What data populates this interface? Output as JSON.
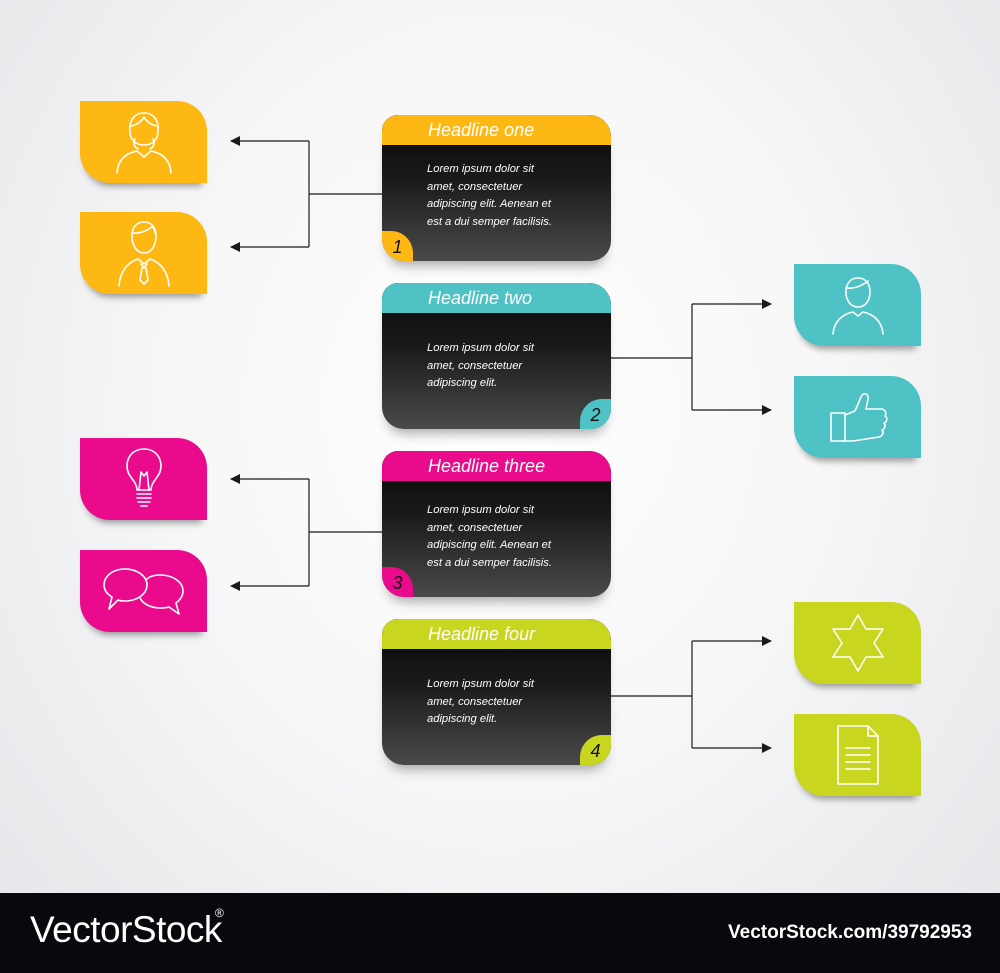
{
  "colors": {
    "orange": "#fdb813",
    "teal": "#4fc2c6",
    "magenta": "#ea0a8c",
    "lime": "#c8d620",
    "card_body": "#1b1b1b",
    "connector": "#1a1a1a"
  },
  "steps": [
    {
      "headline": "Headline one",
      "body": "Lorem ipsum dolor sit amet, consectetuer adipiscing elit. Aenean et est a dui semper facilisis.",
      "lines": [
        "Lorem ipsum dolor sit",
        "amet, consectetuer",
        "adipiscing elit. Aenean et",
        "est a dui semper facilisis."
      ],
      "number": "1",
      "color": "orange",
      "tiles": [
        {
          "icon": "woman-user-icon"
        },
        {
          "icon": "man-with-tie-icon"
        }
      ]
    },
    {
      "headline": "Headline two",
      "body": "Lorem ipsum dolor sit amet, consectetuer adipiscing elit.",
      "lines": [
        "Lorem ipsum dolor sit",
        "amet, consectetuer",
        "adipiscing elit."
      ],
      "number": "2",
      "color": "teal",
      "tiles": [
        {
          "icon": "user-icon"
        },
        {
          "icon": "thumbs-up-icon"
        }
      ]
    },
    {
      "headline": "Headline three",
      "body": "Lorem ipsum dolor sit amet, consectetuer adipiscing elit. Aenean et est a dui semper facilisis.",
      "lines": [
        "Lorem ipsum dolor sit",
        "amet, consectetuer",
        "adipiscing elit. Aenean et",
        "est a dui semper facilisis."
      ],
      "number": "3",
      "color": "magenta",
      "tiles": [
        {
          "icon": "lightbulb-icon"
        },
        {
          "icon": "speech-bubbles-icon"
        }
      ]
    },
    {
      "headline": "Headline four",
      "body": "Lorem ipsum dolor sit amet, consectetuer adipiscing elit.",
      "lines": [
        "Lorem ipsum dolor sit",
        "amet, consectetuer",
        "adipiscing elit."
      ],
      "number": "4",
      "color": "lime",
      "tiles": [
        {
          "icon": "star-icon"
        },
        {
          "icon": "document-icon"
        }
      ]
    }
  ],
  "footer": {
    "brand": "VectorStock",
    "registered": "®",
    "stock_id": "VectorStock.com/39792953"
  }
}
